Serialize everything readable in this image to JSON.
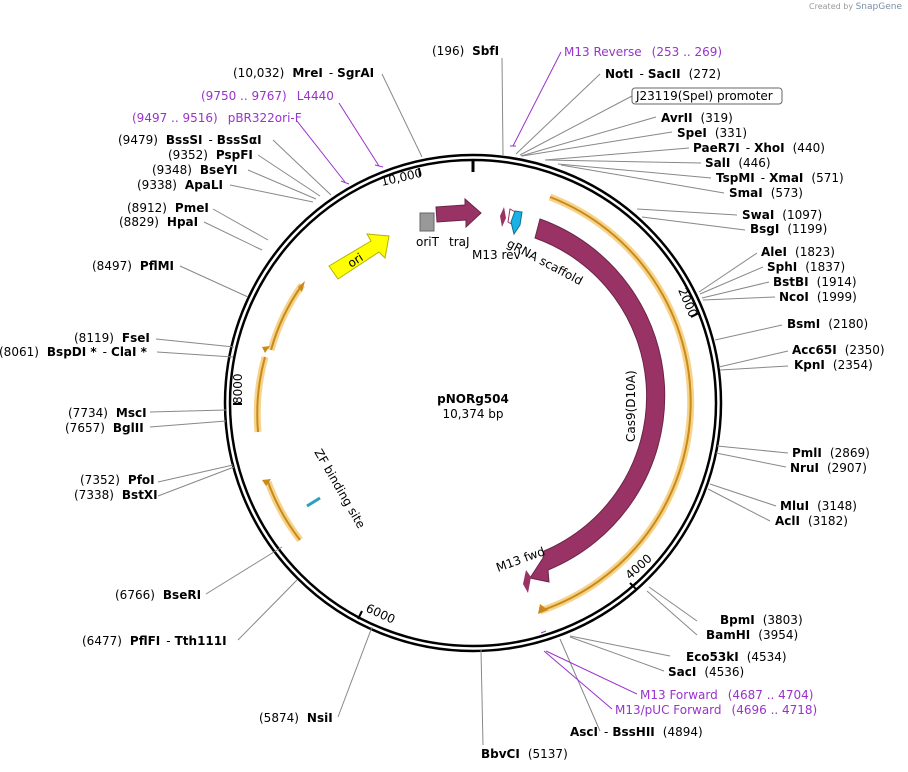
{
  "credit": {
    "created_by": "Created by",
    "brand": "SnapGene"
  },
  "plasmid": {
    "name": "pNORg504",
    "size": "10,374 bp"
  },
  "ring_ticks": [
    "10,000",
    "2000",
    "4000",
    "6000",
    "8000"
  ],
  "features": {
    "oriT": "oriT",
    "traJ": "traJ",
    "ori": "ori",
    "m13rev": "M13 rev",
    "grna": "gRNA scaffold",
    "cas9": "Cas9(D10A)",
    "m13fwd": "M13 fwd",
    "zf": "ZF binding site"
  },
  "sites": [
    {
      "pos": "(196)",
      "name": "SbfI"
    },
    {
      "pos": "(10,032)",
      "name": "MreI",
      "name2": "SgrAI"
    },
    {
      "pos": "(9479)",
      "name": "BssSI",
      "name2": "BssSαI"
    },
    {
      "pos": "(9352)",
      "name": "PspFI"
    },
    {
      "pos": "(9348)",
      "name": "BseYI"
    },
    {
      "pos": "(9338)",
      "name": "ApaLI"
    },
    {
      "pos": "(8912)",
      "name": "PmeI"
    },
    {
      "pos": "(8829)",
      "name": "HpaI"
    },
    {
      "pos": "(8497)",
      "name": "PflMI"
    },
    {
      "pos": "(8119)",
      "name": "FseI"
    },
    {
      "pos": "(8061)",
      "name": "BspDI *",
      "name2": "ClaI *"
    },
    {
      "pos": "(7734)",
      "name": "MscI"
    },
    {
      "pos": "(7657)",
      "name": "BglII"
    },
    {
      "pos": "(7352)",
      "name": "PfoI"
    },
    {
      "pos": "(7338)",
      "name": "BstXI"
    },
    {
      "pos": "(6766)",
      "name": "BseRI"
    },
    {
      "pos": "(6477)",
      "name": "PflFI",
      "name2": "Tth111I"
    },
    {
      "pos": "(5874)",
      "name": "NsiI"
    },
    {
      "pos": "(5137)",
      "name": "BbvCI"
    },
    {
      "pos": "(4894)",
      "name": "AscI",
      "name2": "BssHII"
    },
    {
      "pos": "(4536)",
      "name": "SacI"
    },
    {
      "pos": "(4534)",
      "name": "Eco53kI"
    },
    {
      "pos": "(3954)",
      "name": "BamHI"
    },
    {
      "pos": "(3803)",
      "name": "BpmI"
    },
    {
      "pos": "(3182)",
      "name": "AclI"
    },
    {
      "pos": "(3148)",
      "name": "MluI"
    },
    {
      "pos": "(2907)",
      "name": "NruI"
    },
    {
      "pos": "(2869)",
      "name": "PmlI"
    },
    {
      "pos": "(2354)",
      "name": "KpnI"
    },
    {
      "pos": "(2350)",
      "name": "Acc65I"
    },
    {
      "pos": "(2180)",
      "name": "BsmI"
    },
    {
      "pos": "(1999)",
      "name": "NcoI"
    },
    {
      "pos": "(1914)",
      "name": "BstBI"
    },
    {
      "pos": "(1837)",
      "name": "SphI"
    },
    {
      "pos": "(1823)",
      "name": "AleI"
    },
    {
      "pos": "(1199)",
      "name": "BsgI"
    },
    {
      "pos": "(1097)",
      "name": "SwaI"
    },
    {
      "pos": "(573)",
      "name": "SmaI"
    },
    {
      "pos": "(571)",
      "name": "TspMI",
      "name2": "XmaI"
    },
    {
      "pos": "(446)",
      "name": "SalI"
    },
    {
      "pos": "(440)",
      "name": "PaeR7I",
      "name2": "XhoI"
    },
    {
      "pos": "(331)",
      "name": "SpeI"
    },
    {
      "pos": "(319)",
      "name": "AvrII"
    },
    {
      "pos": "(272)",
      "name": "NotI",
      "name2": "SacII"
    }
  ],
  "primers": [
    {
      "name": "M13 Reverse",
      "range": "(253 .. 269)"
    },
    {
      "name": "L4440",
      "range": "(9750 .. 9767)"
    },
    {
      "name": "pBR322ori-F",
      "range": "(9497 .. 9516)"
    },
    {
      "name": "M13 Forward",
      "range": "(4687 .. 4704)"
    },
    {
      "name": "M13/pUC Forward",
      "range": "(4696 .. 4718)"
    }
  ],
  "promoter_box": "J23119(SpeI) promoter",
  "colors": {
    "feature": "#993366",
    "ori": "#ffff00",
    "primer": "#9933cc",
    "orf_glow": "#f6d38a",
    "orf": "#c98a1a"
  }
}
